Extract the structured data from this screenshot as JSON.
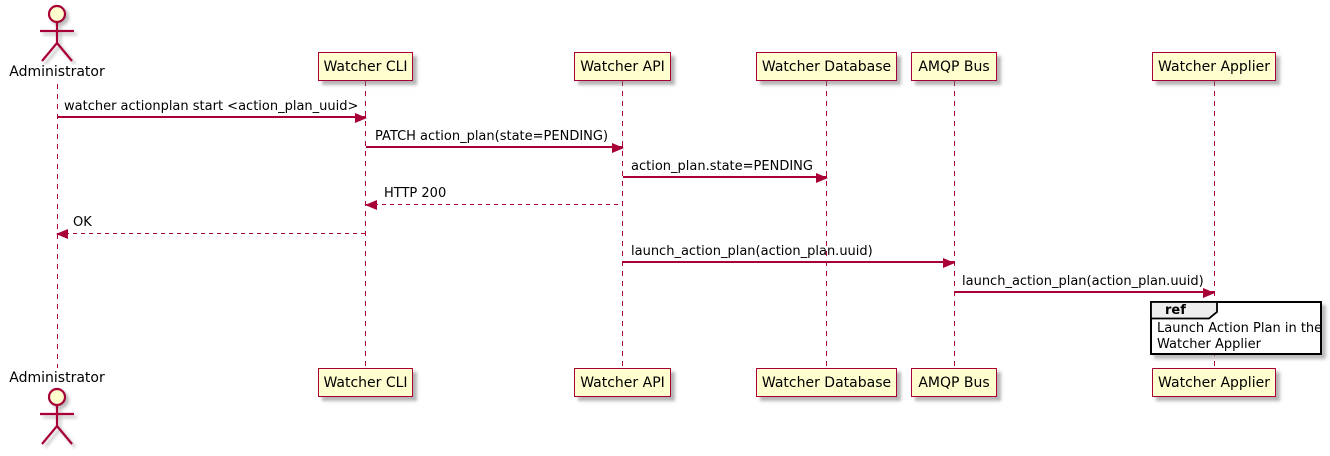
{
  "diagram_type": "uml-sequence",
  "colors": {
    "stroke": "#A80036",
    "participant_fill": "#FEFECE",
    "ref_header_fill": "#EEEEEE",
    "frame_border": "#000000",
    "text": "#000000"
  },
  "actor": {
    "label": "Administrator"
  },
  "participants": [
    {
      "label": "Watcher CLI"
    },
    {
      "label": "Watcher API"
    },
    {
      "label": "Watcher Database"
    },
    {
      "label": "AMQP Bus"
    },
    {
      "label": "Watcher Applier"
    }
  ],
  "messages": [
    {
      "text": "watcher actionplan start <action_plan_uuid>",
      "from": "Administrator",
      "to": "Watcher CLI",
      "line": "solid"
    },
    {
      "text": "PATCH action_plan(state=PENDING)",
      "from": "Watcher CLI",
      "to": "Watcher API",
      "line": "solid"
    },
    {
      "text": "action_plan.state=PENDING",
      "from": "Watcher API",
      "to": "Watcher Database",
      "line": "solid"
    },
    {
      "text": "HTTP 200",
      "from": "Watcher API",
      "to": "Watcher CLI",
      "line": "dashed"
    },
    {
      "text": "OK",
      "from": "Watcher CLI",
      "to": "Administrator",
      "line": "dashed"
    },
    {
      "text": "launch_action_plan(action_plan.uuid)",
      "from": "Watcher API",
      "to": "AMQP Bus",
      "line": "solid"
    },
    {
      "text": "launch_action_plan(action_plan.uuid)",
      "from": "AMQP Bus",
      "to": "Watcher Applier",
      "line": "solid"
    }
  ],
  "ref": {
    "keyword": "ref",
    "line1": "Launch Action Plan in the",
    "line2": "Watcher Applier"
  }
}
